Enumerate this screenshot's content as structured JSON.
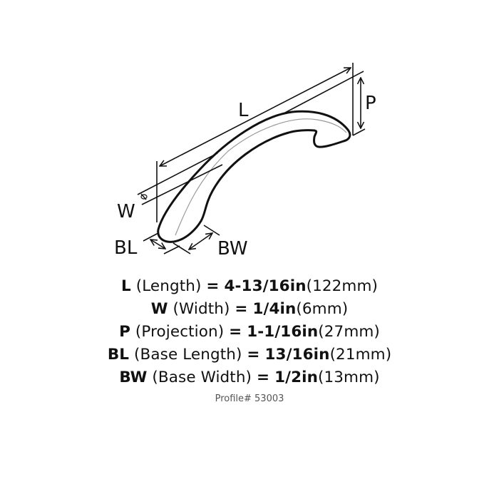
{
  "diagram": {
    "subject": "cabinet pull handle dimension drawing",
    "labels": {
      "length": "L",
      "projection": "P",
      "width": "W",
      "base_length": "BL",
      "base_width": "BW"
    },
    "line_color": "#111111"
  },
  "specs": [
    {
      "abbr": "L",
      "name": "(Length)",
      "eq": "=",
      "value": "4-13/16in",
      "metric": "(122mm)"
    },
    {
      "abbr": "W",
      "name": "(Width)",
      "eq": "=",
      "value": "1/4in",
      "metric": "(6mm)"
    },
    {
      "abbr": "P",
      "name": "(Projection)",
      "eq": "=",
      "value": "1-1/16in",
      "metric": "(27mm)"
    },
    {
      "abbr": "BL",
      "name": "(Base Length)",
      "eq": "=",
      "value": "13/16in",
      "metric": "(21mm)"
    },
    {
      "abbr": "BW",
      "name": "(Base Width)",
      "eq": "=",
      "value": "1/2in",
      "metric": "(13mm)"
    }
  ],
  "profile": "Profile# 53003"
}
